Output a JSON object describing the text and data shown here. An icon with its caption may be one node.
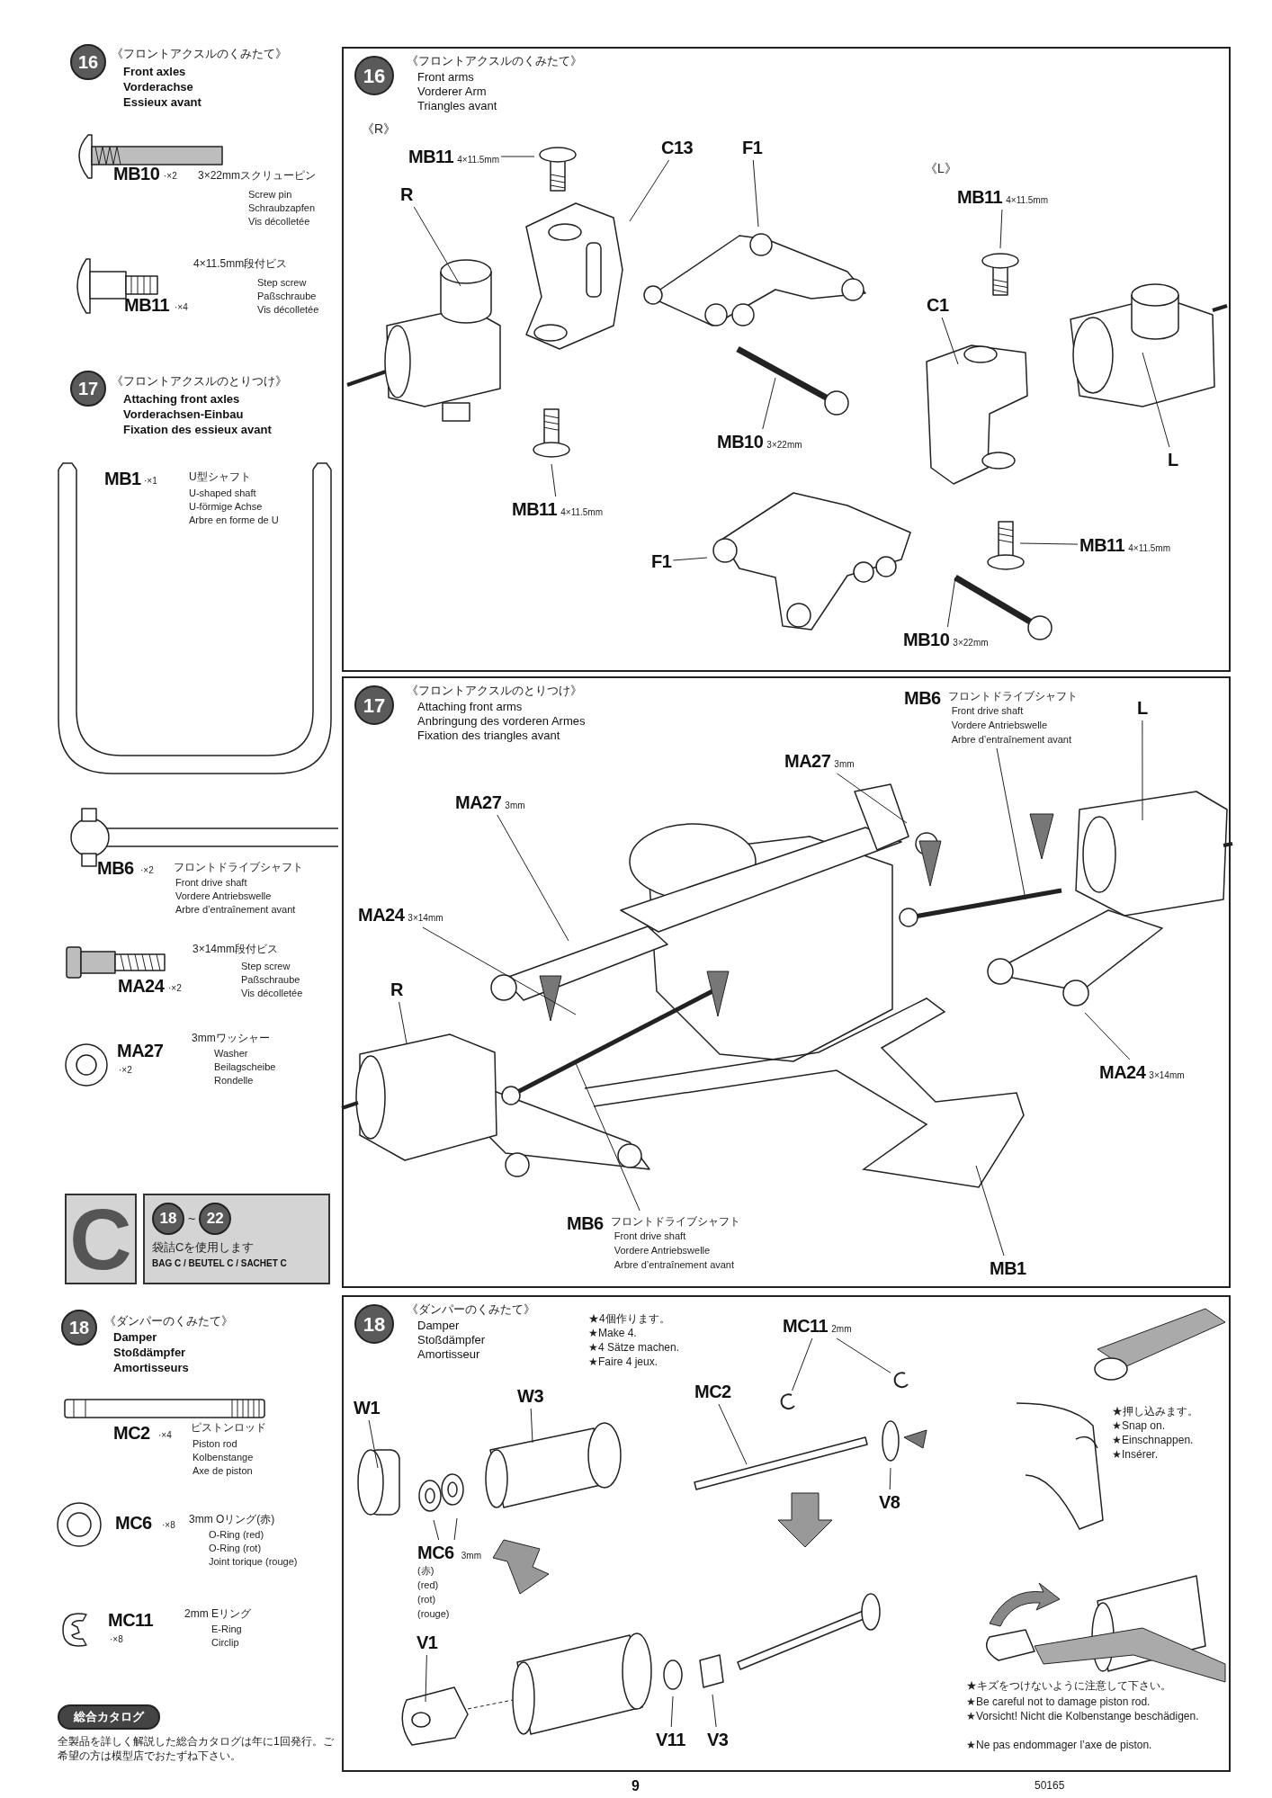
{
  "diagram": {
    "nodes": [
      {
        "text": [
          "16",
          "《フロントアクスルのくみたて》",
          "Front arms",
          "Vorderer Arm",
          "Triangles avant"
        ]
      },
      {
        "text": [
          "MB11",
          "4×11.5mm"
        ],
        "in": 0
      },
      {
        "text": [
          "R"
        ],
        "in": 0
      },
      {
        "text": [
          "C13"
        ],
        "in": 0
      },
      {
        "text": [
          "F1"
        ],
        "in": 0
      },
      {
        "text": [
          "MB11",
          "4×11.5mm"
        ],
        "in": 0
      },
      {
        "text": [
          "MB10",
          "3×22mm"
        ],
        "in": 0
      },
      {
        "text": [
          "MB11",
          "4×11.5mm"
        ],
        "in": 0
      },
      {
        "text": [
          "C1"
        ],
        "in": 0
      },
      {
        "text": [
          "L"
        ],
        "in": 0
      },
      {
        "text": [
          "MB11",
          "4×11.5mm"
        ],
        "in": 0
      },
      {
        "text": [
          "F1"
        ],
        "in": 0
      },
      {
        "text": [
          "MB10",
          "3×22mm"
        ],
        "in": 0
      },
      {
        "text": [
          "17",
          "《フロントアクスルのとりつけ》",
          "Attaching front arms",
          "Anbringung des vorderen Armes",
          "Fixation des triangles avant"
        ]
      },
      {
        "text": [
          "MB6",
          "フロントドライブシャフト",
          "Front drive shaft",
          "Vordere Antriebswelle",
          "Arbre d’entraînement avant"
        ],
        "in": 13
      },
      {
        "text": [
          "L"
        ],
        "in": 13
      },
      {
        "text": [
          "MA27",
          "3mm"
        ],
        "in": 13
      },
      {
        "text": [
          "MA27",
          "3mm"
        ],
        "in": 13
      },
      {
        "text": [
          "MA24",
          "3×14mm"
        ],
        "in": 13
      },
      {
        "text": [
          "R"
        ],
        "in": 13
      },
      {
        "text": [
          "MA24",
          "3×14mm"
        ],
        "in": 13
      },
      {
        "text": [
          "MB6",
          "フロントドライブシャフト",
          "Front drive shaft",
          "Vordere Antriebswelle",
          "Arbre d’entraînement avant"
        ],
        "in": 13
      },
      {
        "text": [
          "MB1"
        ],
        "in": 13
      },
      {
        "text": [
          "18",
          "《ダンパーのくみたて》",
          "Damper",
          "Stoßdämpfer",
          "Amortisseur"
        ]
      },
      {
        "text": [
          "MC11",
          "2mm"
        ],
        "in": 23
      },
      {
        "text": [
          "MC2"
        ],
        "in": 23
      },
      {
        "text": [
          "W1"
        ],
        "in": 23
      },
      {
        "text": [
          "W3"
        ],
        "in": 23
      },
      {
        "text": [
          "V8"
        ],
        "in": 23
      },
      {
        "text": [
          "MC6",
          "3mm",
          "(赤)",
          "(red)",
          "(rot)",
          "(rouge)"
        ],
        "in": 23
      },
      {
        "text": [
          "V1"
        ],
        "in": 23
      },
      {
        "text": [
          "V11"
        ],
        "in": 23
      },
      {
        "text": [
          "V3"
        ],
        "in": 23
      },
      {
        "text": [
          "C"
        ]
      },
      {
        "text": [
          "18",
          "~",
          "22",
          "袋詰Cを使用します",
          "BAG C / BEUTEL C / SACHET C"
        ]
      },
      {
        "text": [
          "総合カタログ"
        ]
      },
      {
        "text": [],
        "shape": "picture",
        "in": 23
      },
      {
        "text": [],
        "shape": "picture",
        "in": 23
      }
    ],
    "edges": [
      {
        "from": 1,
        "to": null,
        "arrow": "none"
      },
      {
        "from": 2,
        "to": null,
        "arrow": "none"
      },
      {
        "from": 3,
        "to": null,
        "arrow": "none"
      },
      {
        "from": 4,
        "to": null,
        "arrow": "none"
      },
      {
        "from": 5,
        "to": null,
        "arrow": "none"
      },
      {
        "from": 6,
        "to": null,
        "arrow": "none"
      },
      {
        "from": 7,
        "to": null,
        "arrow": "none"
      },
      {
        "from": 8,
        "to": null,
        "arrow": "none"
      },
      {
        "from": 9,
        "to": null,
        "arrow": "none"
      },
      {
        "from": 10,
        "to": null,
        "arrow": "none"
      },
      {
        "from": 11,
        "to": null,
        "arrow": "none"
      },
      {
        "from": 12,
        "to": null,
        "arrow": "none"
      },
      {
        "from": 14,
        "to": null,
        "arrow": "none"
      },
      {
        "from": 15,
        "to": null,
        "arrow": "none"
      },
      {
        "from": 16,
        "to": null,
        "arrow": "none"
      },
      {
        "from": 17,
        "to": null,
        "arrow": "none"
      },
      {
        "from": 18,
        "to": null,
        "arrow": "none"
      },
      {
        "from": 19,
        "to": null,
        "arrow": "none"
      },
      {
        "from": 20,
        "to": null,
        "arrow": "none"
      },
      {
        "from": 21,
        "to": null,
        "arrow": "none"
      },
      {
        "from": 22,
        "to": null,
        "arrow": "none"
      },
      {
        "from": 24,
        "to": 36,
        "arrow": "none"
      },
      {
        "from": 24,
        "to": 37,
        "arrow": "none"
      },
      {
        "from": 25,
        "to": null,
        "arrow": "none"
      },
      {
        "from": 26,
        "to": null,
        "arrow": "none"
      },
      {
        "from": 27,
        "to": null,
        "arrow": "none"
      },
      {
        "from": 28,
        "to": null,
        "arrow": "none"
      },
      {
        "from": 29,
        "to": null,
        "arrow": "none"
      },
      {
        "from": 29,
        "to": null,
        "arrow": "none"
      },
      {
        "from": 30,
        "to": null,
        "arrow": "none"
      },
      {
        "from": 31,
        "to": null,
        "arrow": "none"
      },
      {
        "from": 32,
        "to": null,
        "arrow": "none"
      }
    ],
    "labels": [
      "16",
      "《フロントアクスルのくみたて》",
      "Front axles",
      "Vorderachse",
      "Essieux avant",
      "MB10",
      "·×2",
      "3×22mmスクリューピン",
      "Screw pin",
      "Schraubzapfen",
      "Vis décolletée",
      "4×11.5mm段付ビス",
      "Step screw",
      "Paßschraube",
      "Vis décolletée",
      "MB11",
      "·×4",
      "17",
      "《フロントアクスルのとりつけ》",
      "Attaching front axles",
      "Vorderachsen-Einbau",
      "Fixation des essieux avant",
      "MB1",
      "·×1",
      "U型シャフト",
      "U-shaped shaft",
      "U-förmige Achse",
      "Arbre en forme de U",
      "MB6",
      "·×2",
      "フロントドライブシャフト",
      "Front drive shaft",
      "Vordere Antriebswelle",
      "Arbre d’entraînement avant",
      "3×14mm段付ビス",
      "Step screw",
      "Paßschraube",
      "Vis décolletée",
      "MA24",
      "·×2",
      "MA27",
      "·×2",
      "3mmワッシャー",
      "Washer",
      "Beilagscheibe",
      "Rondelle",
      "18",
      "《ダンパーのくみたて》",
      "Damper",
      "Stoßdämpfer",
      "Amortisseurs",
      "MC2",
      "·×4",
      "ピストンロッド",
      "Piston rod",
      "Kolbenstange",
      "Axe de piston",
      "MC6",
      "·×8",
      "3mm Oリング(赤)",
      "O-Ring (red)",
      "O-Ring (rot)",
      "Joint torique (rouge)",
      "MC11",
      "·×8",
      "2mm Eリング",
      "E-Ring",
      "Circlip",
      "全製品を詳しく解説した総合カタログは年に1回発行。ご希望の方は模型店でおたずね下さい。",
      "《R》",
      "《L》",
      "★4個作ります。",
      "★Make 4.",
      "★4 Sätze machen.",
      "★Faire 4 jeux.",
      "★押し込みます。",
      "★Snap on.",
      "★Einschnappen.",
      "★Insérer.",
      "★キズをつけないように注意して下さい。",
      "★Be careful not to damage piston rod.",
      "★Vorsicht! Nicht die Kolbenstange beschädigen.",
      "★Ne pas endommager l’axe de piston.",
      "9",
      "50165"
    ]
  }
}
